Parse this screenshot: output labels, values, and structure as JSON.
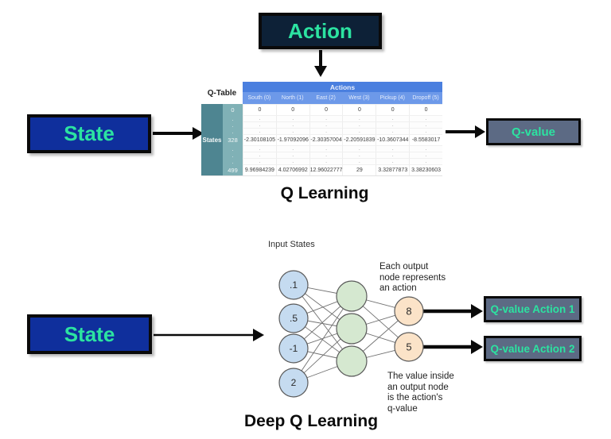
{
  "colors": {
    "accent_green": "#2ce3a1",
    "action_box_bg": "#0d2137",
    "state_box_bg": "#0f2f9c",
    "qvalue_box_bg": "#5c6a84",
    "table_actions_header_bg": "#4a7fdf",
    "table_column_header_bg": "#6d99e9",
    "states_label_bg": "#4e8591",
    "states_index_bg": "#80b1b6",
    "input_node_fill": "#c5dbf0",
    "hidden_node_fill": "#d5e8d0",
    "output_node_fill": "#fbe3c8"
  },
  "q_learning": {
    "title": "Q Learning",
    "action_label": "Action",
    "state_label": "State",
    "qvalue_label": "Q-value",
    "table": {
      "corner_label": "Q-Table",
      "actions_header": "Actions",
      "states_header": "States",
      "ellipsis": ".",
      "columns": [
        "South (0)",
        "North (1)",
        "East (2)",
        "West (3)",
        "Pickup (4)",
        "Dropoff (5)"
      ],
      "rows": [
        {
          "state": "0",
          "values": [
            "0",
            "0",
            "0",
            "0",
            "0",
            "0"
          ]
        },
        {
          "state": "328",
          "values": [
            "-2.30108105",
            "-1.97092096",
            "-2.30357004",
            "-2.20591839",
            "-10.3607344",
            "-8.5583017"
          ]
        },
        {
          "state": "499",
          "values": [
            "9.96984239",
            "4.02706992",
            "12.96022777",
            "29",
            "3.32877873",
            "3.38230603"
          ]
        }
      ]
    }
  },
  "deep_q_learning": {
    "title": "Deep Q Learning",
    "state_label": "State",
    "input_states_label": "Input States",
    "output_annotation": "Each output\nnode represents\nan action",
    "value_annotation": "The value inside\nan output node\nis the action's\nq-value",
    "input_nodes": [
      ".1",
      ".5",
      "-1",
      "2"
    ],
    "output_nodes": [
      "8",
      "5"
    ],
    "qvalue_action_labels": [
      "Q-value Action 1",
      "Q-value Action 2"
    ]
  }
}
